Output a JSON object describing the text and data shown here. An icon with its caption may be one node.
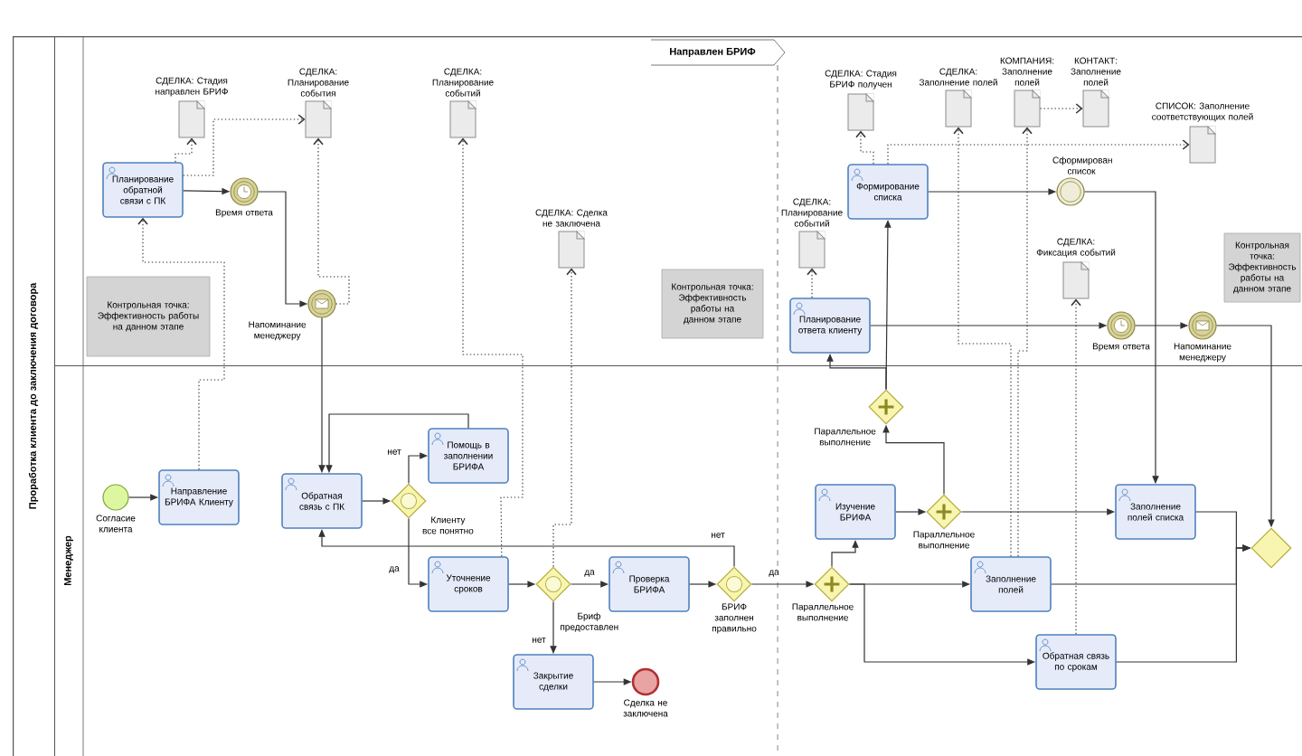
{
  "diagram": {
    "nodes": [
      {
        "text": [
          "Проработка клиента до заключения договора"
        ]
      },
      {
        "text": [],
        "shape": "band",
        "in": 0
      },
      {
        "text": [
          "Менеджер"
        ],
        "in": 0
      },
      {
        "text": [
          "СДЕЛКА: Стадия направлен БРИФ"
        ],
        "in": 1
      },
      {
        "text": [
          "Планирование обратной связи с ПК"
        ],
        "in": 1
      },
      {
        "text": [
          "Время ответа"
        ],
        "in": 1
      },
      {
        "text": [
          "СДЕЛКА: Планирование события"
        ],
        "in": 1
      },
      {
        "text": [
          "Напоминание менеджеру"
        ],
        "in": 1
      },
      {
        "text": [
          "СДЕЛКА: Планирование событий"
        ],
        "in": 1
      },
      {
        "text": [
          "Контрольная точка: Эффективность работы на данном этапе"
        ],
        "in": 1
      },
      {
        "text": [
          "СДЕЛКА: Сделка не заключена"
        ],
        "in": 1
      },
      {
        "text": [
          "СДЕЛКА: Стадия БРИФ получен"
        ],
        "in": 1
      },
      {
        "text": [
          "СДЕЛКА: Заполнение полей"
        ],
        "in": 1
      },
      {
        "text": [
          "КОМПАНИЯ: Заполнение полей"
        ],
        "in": 1
      },
      {
        "text": [
          "КОНТАКТ: Заполнение полей"
        ],
        "in": 1
      },
      {
        "text": [
          "СПИСОК: Заполнение соответствующих полей"
        ],
        "in": 1
      },
      {
        "text": [
          "Формирование списка"
        ],
        "in": 1
      },
      {
        "text": [
          "Сформирован список"
        ],
        "in": 1
      },
      {
        "text": [
          "СДЕЛКА: Планирование событий"
        ],
        "in": 1
      },
      {
        "text": [
          "Контрольная точка: Эффективность работы на данном этапе"
        ],
        "in": 1
      },
      {
        "text": [
          "СДЕЛКА: Фиксация событий"
        ],
        "in": 1
      },
      {
        "text": [
          "Планирование ответа клиенту"
        ],
        "in": 1
      },
      {
        "text": [
          "Время ответа"
        ],
        "in": 1
      },
      {
        "text": [
          "Напоминание менеджеру"
        ],
        "in": 1
      },
      {
        "text": [
          "Контрольная точка: Эффективность работы на данном этапе"
        ],
        "in": 1
      },
      {
        "text": [
          "Согласие клиента"
        ],
        "in": 2
      },
      {
        "text": [
          "Направление БРИФА Клиенту"
        ],
        "in": 2
      },
      {
        "text": [
          "Обратная связь с ПК"
        ],
        "in": 2
      },
      {
        "text": [
          "Клиенту все понятно"
        ],
        "in": 2
      },
      {
        "text": [
          "Помощь в заполнении БРИФА"
        ],
        "in": 2
      },
      {
        "text": [
          "Уточнение сроков"
        ],
        "in": 2
      },
      {
        "text": [
          "Бриф предоставлен"
        ],
        "in": 2
      },
      {
        "text": [
          "Закрытие сделки"
        ],
        "in": 2
      },
      {
        "text": [
          "Сделка не заключена"
        ],
        "in": 2
      },
      {
        "text": [
          "Проверка БРИФА"
        ],
        "in": 2
      },
      {
        "text": [
          "БРИФ заполнен правильно"
        ],
        "in": 2
      },
      {
        "text": [
          "Параллельное выполнение"
        ],
        "in": 2
      },
      {
        "text": [
          "Изучение БРИФА"
        ],
        "in": 2
      },
      {
        "text": [
          "Параллельное выполнение"
        ],
        "in": 2
      },
      {
        "text": [
          "Параллельное выполнение"
        ],
        "in": 2
      },
      {
        "text": [
          "Заполнение полей"
        ],
        "in": 2
      },
      {
        "text": [
          "Заполнение полей списка"
        ],
        "in": 2
      },
      {
        "text": [
          "Обратная связь по срокам"
        ],
        "in": 2
      },
      {
        "text": [],
        "shape": "diamond",
        "in": 2
      }
    ],
    "edges": [
      {
        "from": 25,
        "to": 26,
        "arrow": "to"
      },
      {
        "from": 26,
        "to": 4,
        "arrow": "to",
        "style": "dashed"
      },
      {
        "from": 4,
        "to": 5,
        "arrow": "to"
      },
      {
        "from": 5,
        "to": 7,
        "arrow": "to"
      },
      {
        "from": 7,
        "to": 27,
        "arrow": "to"
      },
      {
        "from": 27,
        "to": 28,
        "arrow": "to"
      },
      {
        "from": 28,
        "to": 29,
        "arrow": "to",
        "label": "нет"
      },
      {
        "from": 28,
        "to": 30,
        "arrow": "to",
        "label": "да"
      },
      {
        "from": 29,
        "to": 27,
        "arrow": "to"
      },
      {
        "from": 30,
        "to": 31,
        "arrow": "to"
      },
      {
        "from": 31,
        "to": 34,
        "arrow": "to",
        "label": "да"
      },
      {
        "from": 31,
        "to": 32,
        "arrow": "to",
        "label": "нет"
      },
      {
        "from": 32,
        "to": 33,
        "arrow": "to"
      },
      {
        "from": 34,
        "to": 35,
        "arrow": "to"
      },
      {
        "from": 35,
        "to": 36,
        "arrow": "to",
        "label": "да"
      },
      {
        "from": 35,
        "to": 27,
        "arrow": "to",
        "label": "нет"
      },
      {
        "from": 36,
        "to": 37,
        "arrow": "to"
      },
      {
        "from": 36,
        "to": 40,
        "arrow": "to"
      },
      {
        "from": 36,
        "to": 42,
        "arrow": "to"
      },
      {
        "from": 37,
        "to": 38,
        "arrow": "to"
      },
      {
        "from": 38,
        "to": 41,
        "arrow": "to"
      },
      {
        "from": 38,
        "to": 39,
        "arrow": "to"
      },
      {
        "from": 39,
        "to": 21,
        "arrow": "to"
      },
      {
        "from": 39,
        "to": 16,
        "arrow": "to"
      },
      {
        "from": 16,
        "to": 17,
        "arrow": "to"
      },
      {
        "from": 17,
        "to": 41,
        "arrow": "to"
      },
      {
        "from": 21,
        "to": 22,
        "arrow": "to"
      },
      {
        "from": 22,
        "to": 23,
        "arrow": "to"
      },
      {
        "from": 23,
        "to": 43,
        "arrow": "to"
      },
      {
        "from": 40,
        "to": 43,
        "arrow": "to"
      },
      {
        "from": 41,
        "to": 43,
        "arrow": "to"
      },
      {
        "from": 42,
        "to": 43,
        "arrow": "to"
      },
      {
        "from": 4,
        "to": 3,
        "arrow": "to",
        "style": "dashed"
      },
      {
        "from": 4,
        "to": 6,
        "arrow": "to",
        "style": "dashed"
      },
      {
        "from": 7,
        "to": 6,
        "arrow": "to",
        "style": "dashed"
      },
      {
        "from": 30,
        "to": 8,
        "arrow": "to",
        "style": "dashed"
      },
      {
        "from": 31,
        "to": 10,
        "arrow": "to",
        "style": "dashed"
      },
      {
        "from": 16,
        "to": 11,
        "arrow": "to",
        "style": "dashed"
      },
      {
        "from": 16,
        "to": 15,
        "arrow": "to",
        "style": "dashed"
      },
      {
        "from": 40,
        "to": 12,
        "arrow": "to",
        "style": "dashed"
      },
      {
        "from": 40,
        "to": 13,
        "arrow": "to",
        "style": "dashed"
      },
      {
        "from": 42,
        "to": 20,
        "arrow": "to",
        "style": "dashed"
      },
      {
        "from": 13,
        "to": 14,
        "arrow": "to",
        "style": "dashed"
      },
      {
        "from": 21,
        "to": 18,
        "arrow": "to",
        "style": "dashed"
      }
    ],
    "labels": [
      "Направлен БРИФ"
    ]
  }
}
